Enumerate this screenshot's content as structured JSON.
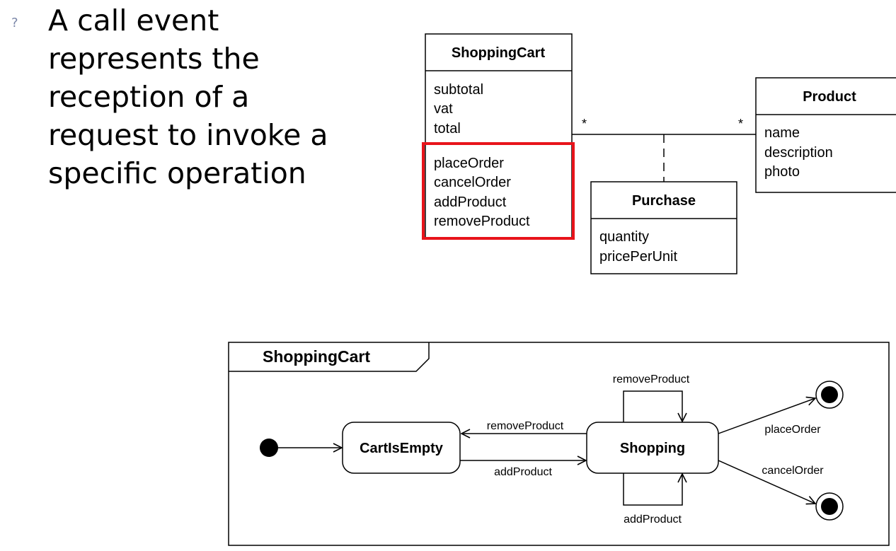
{
  "bullet": {
    "marker": "?",
    "lines": [
      "A call event",
      "represents the",
      "reception of a",
      "request to invoke a",
      "specific operation"
    ]
  },
  "class_diagram": {
    "classes": [
      {
        "name": "ShoppingCart",
        "attributes": [
          "subtotal",
          "vat",
          "total"
        ],
        "operations": [
          "placeOrder",
          "cancelOrder",
          "addProduct",
          "removeProduct"
        ]
      },
      {
        "name": "Product",
        "attributes": [
          "name",
          "description",
          "photo"
        ]
      },
      {
        "name": "Purchase",
        "attributes": [
          "quantity",
          "pricePerUnit"
        ]
      }
    ],
    "association": {
      "multiplicity_left": "*",
      "multiplicity_right": "*"
    },
    "highlight_color": "#e8141b"
  },
  "state_machine": {
    "frame_title": "ShoppingCart",
    "states": [
      "CartIsEmpty",
      "Shopping"
    ],
    "transitions": {
      "empty_to_shopping": "addProduct",
      "shopping_to_empty": "removeProduct",
      "self_top": "removeProduct",
      "self_bottom": "addProduct",
      "to_final_top": "placeOrder",
      "to_final_bottom": "cancelOrder"
    }
  }
}
